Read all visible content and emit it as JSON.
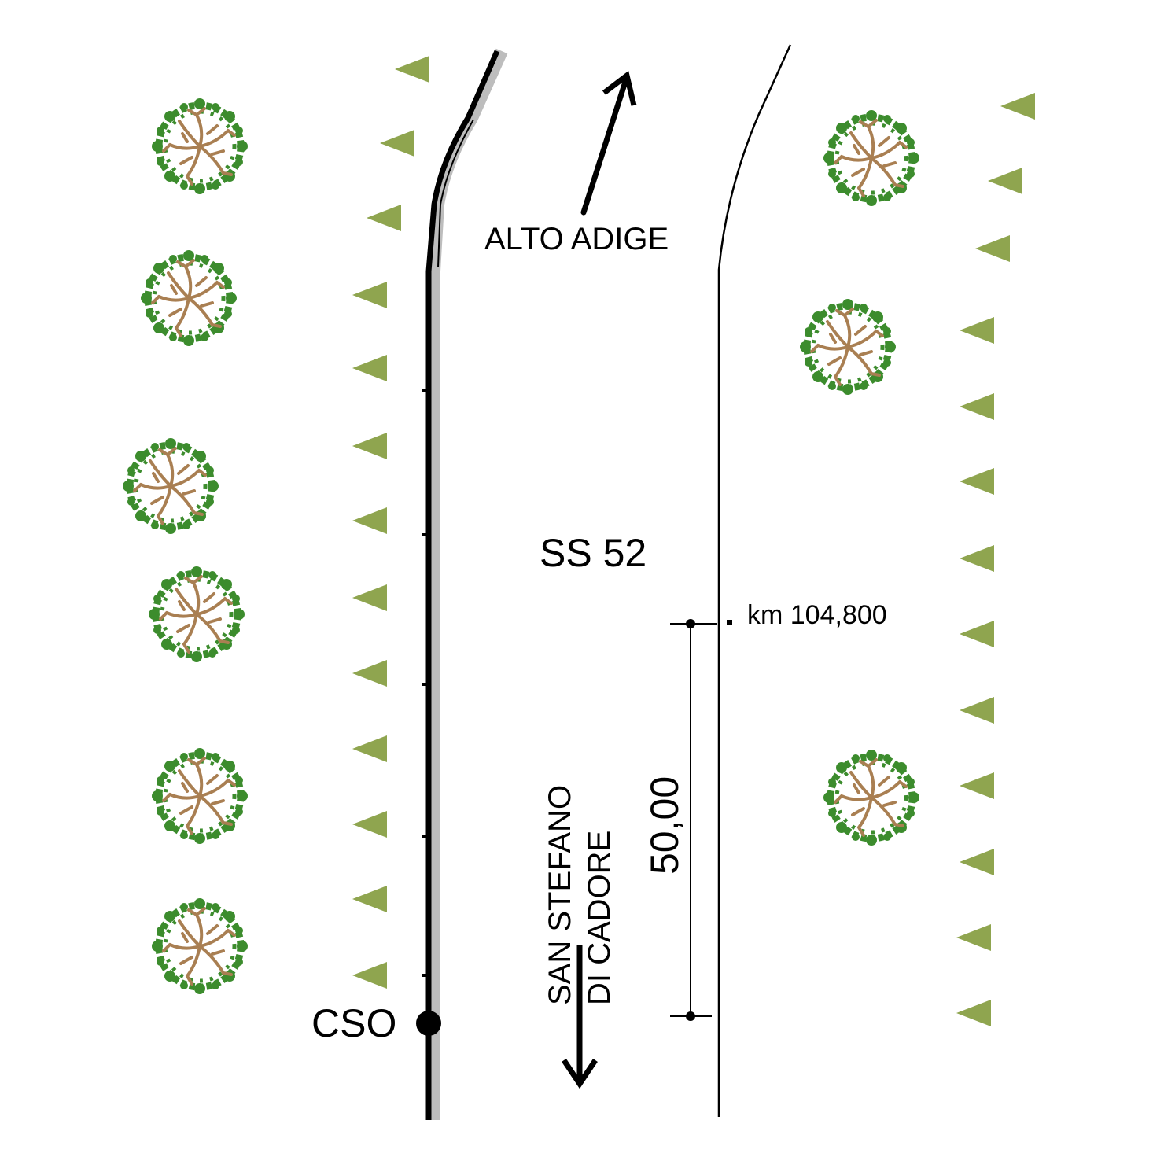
{
  "labels": {
    "north_destination": "ALTO ADIGE",
    "road_name": "SS 52",
    "kilometer_marker": "km 104,800",
    "distance": "50,00",
    "south_destination_line1": "SAN STEFANO",
    "south_destination_line2": "DI CADORE",
    "station_id": "CSO"
  },
  "colors": {
    "tree_foliage": "#3c8c2d",
    "tree_branches": "#a97f52",
    "slope_triangle": "#8fa54f",
    "line": "#000000",
    "road_edge_shadow": "#bdbdbd"
  },
  "icons": {
    "tree": "tree-icon",
    "slope": "slope-triangle-icon",
    "station": "station-marker-icon",
    "arrow": "direction-arrow-icon"
  }
}
